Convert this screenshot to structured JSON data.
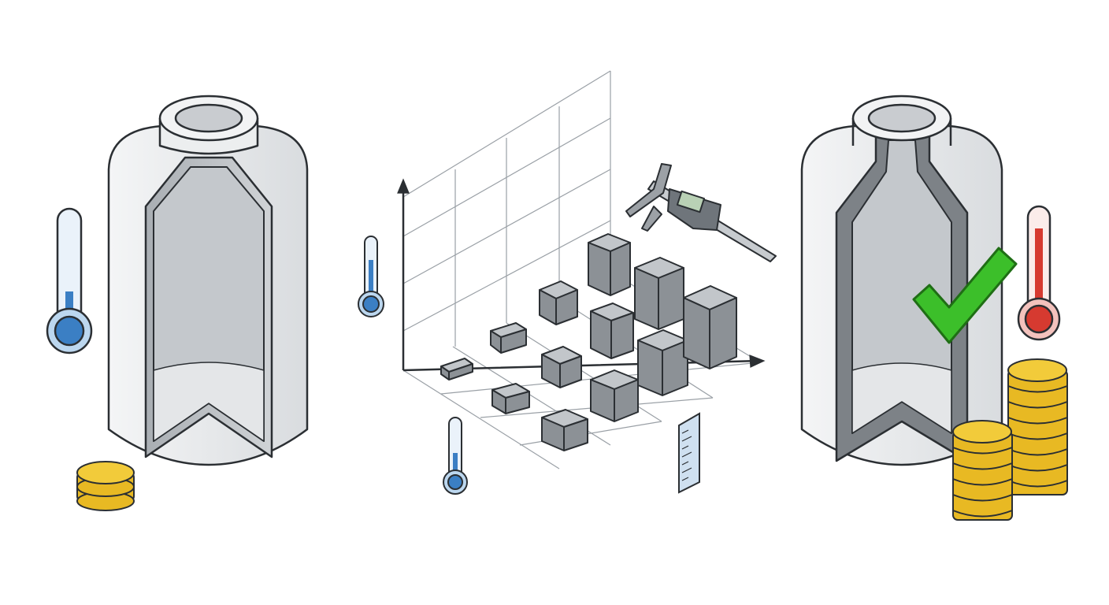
{
  "colors": {
    "background": "#ffffff",
    "vessel_body": "#e6e8ea",
    "vessel_inner": "#bfc3c7",
    "outline": "#2b2f33",
    "cold_blue": "#3b7fc4",
    "hot_red": "#d63a30",
    "check_green": "#3cbf2a",
    "coin_gold": "#e8b923",
    "box_gray": "#8c9196",
    "grid_line": "#9aa0a6"
  },
  "illustration": {
    "panels": [
      "standard-vessel",
      "design-of-experiments-grid",
      "optimized-vessel"
    ]
  }
}
